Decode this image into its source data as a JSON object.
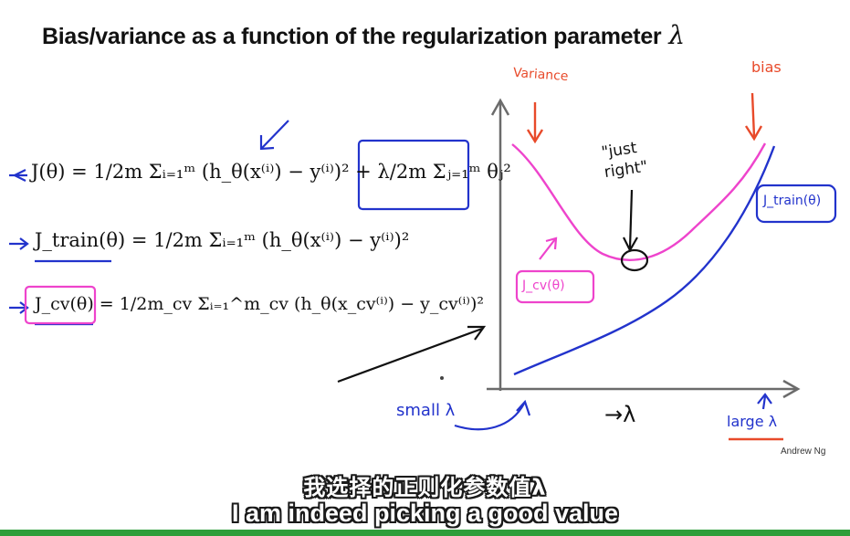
{
  "slide": {
    "title": "Bias/variance as a function of the regularization parameter",
    "title_symbol": "λ",
    "credit": "Andrew Ng",
    "equations": {
      "j_theta": "J(θ) = 1/2m Σᵢ₌₁ᵐ (h_θ(x⁽ⁱ⁾) − y⁽ⁱ⁾)² + λ/2m Σⱼ₌₁ᵐ θⱼ²",
      "j_train": "J_train(θ) = 1/2m Σᵢ₌₁ᵐ (h_θ(x⁽ⁱ⁾) − y⁽ⁱ⁾)²",
      "j_cv": "J_cv(θ) = 1/2m_cv Σᵢ₌₁^m_cv (h_θ(x_cv⁽ⁱ⁾) − y_cv⁽ⁱ⁾)²"
    },
    "annotations": {
      "variance": "Variance",
      "bias": "bias",
      "just_right": "\"just right\"",
      "j_train_label": "J_train(θ)",
      "j_cv_label": "J_cv(θ)",
      "small_lambda": "small λ",
      "large_lambda": "large λ",
      "x_axis": "→λ"
    }
  },
  "subtitles": {
    "chinese": "我选择的正则化参数值λ",
    "english": "I am indeed picking a good value"
  },
  "progress": {
    "fraction": 1.0
  },
  "colors": {
    "pen_blue": "#2233cc",
    "pen_magenta": "#ee44cc",
    "pen_red": "#e84a2a",
    "progress_fill": "#2e9e3a"
  }
}
